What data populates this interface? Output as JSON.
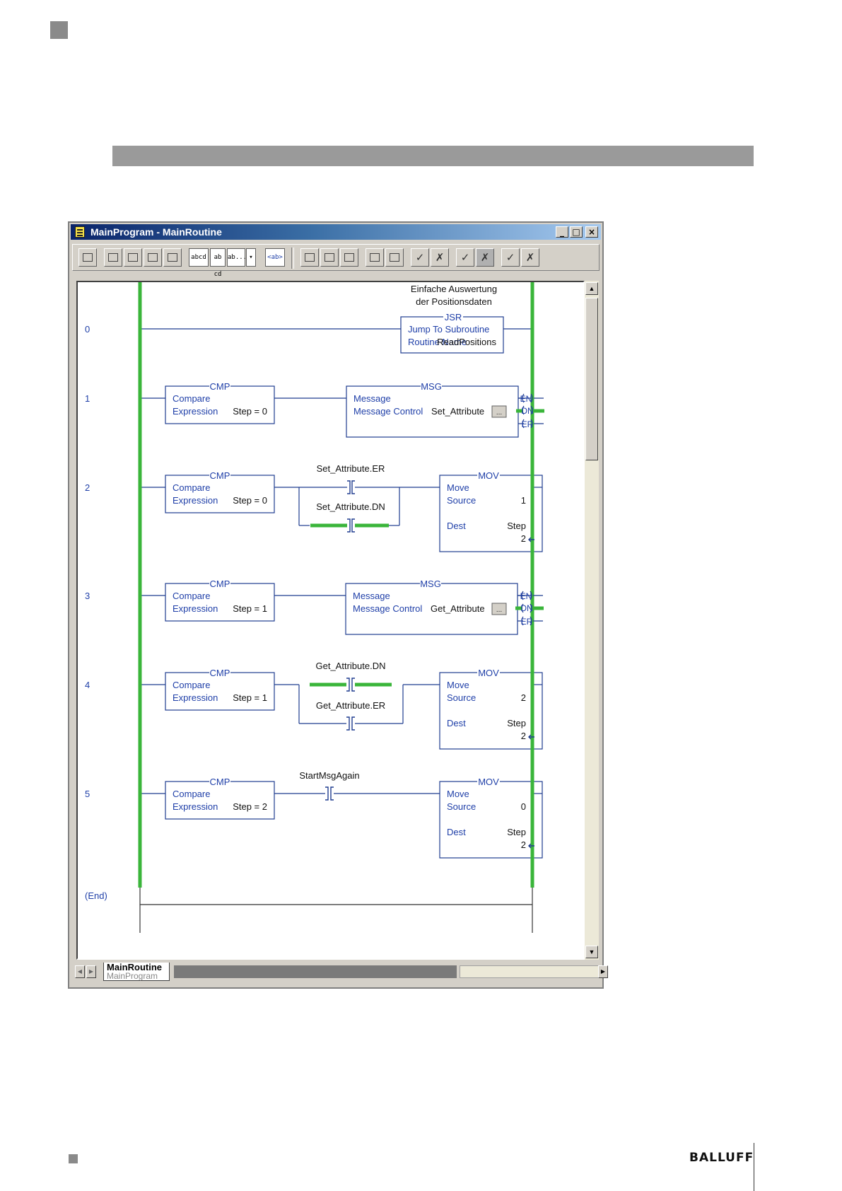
{
  "window": {
    "title": "MainProgram - MainRoutine",
    "min_glyph": "_",
    "max_glyph": "□",
    "close_glyph": "×"
  },
  "toolbar": {
    "text_buttons": [
      "abcd",
      "ab cd",
      "ab...",
      "▾",
      "<ab>"
    ]
  },
  "comment": [
    "Einfache Auswertung",
    "der Positionsdaten"
  ],
  "rungs": [
    {
      "number": "0"
    },
    {
      "number": "1"
    },
    {
      "number": "2"
    },
    {
      "number": "3"
    },
    {
      "number": "4"
    },
    {
      "number": "5"
    },
    {
      "number": "(End)"
    }
  ],
  "labels": {
    "jsr": "JSR",
    "jump_to_subroutine": "Jump To Subroutine",
    "routine_name": "Routine Name",
    "cmp": "CMP",
    "compare": "Compare",
    "expression": "Expression",
    "msg": "MSG",
    "message": "Message",
    "message_control": "Message Control",
    "mov": "MOV",
    "move": "Move",
    "source": "Source",
    "dest": "Dest",
    "en": "EN",
    "dn": "DN",
    "er": "ER",
    "ellipsis": "..."
  },
  "values": {
    "routine": "ReadPositions",
    "expr_step0": "Step = 0",
    "expr_step1": "Step = 1",
    "expr_step2": "Step = 2",
    "set_attribute": "Set_Attribute",
    "get_attribute": "Get_Attribute",
    "set_attribute_er": "Set_Attribute.ER",
    "set_attribute_dn": "Set_Attribute.DN",
    "get_attribute_dn": "Get_Attribute.DN",
    "get_attribute_er": "Get_Attribute.ER",
    "start_msg_again": "StartMsgAgain",
    "mov2_source": "1",
    "mov4_source": "2",
    "mov5_source": "0",
    "dest_tag": "Step",
    "dest_value": "2"
  },
  "tabs": {
    "routine": "MainRoutine",
    "program": "MainProgram"
  },
  "footer": {
    "brand": "BALLUFF"
  },
  "colors": {
    "rail_green": "#3ab53a",
    "wire_blue": "#1f3c8f",
    "label_blue": "#1f3fa8",
    "header_gray": "#9a9a9a"
  }
}
